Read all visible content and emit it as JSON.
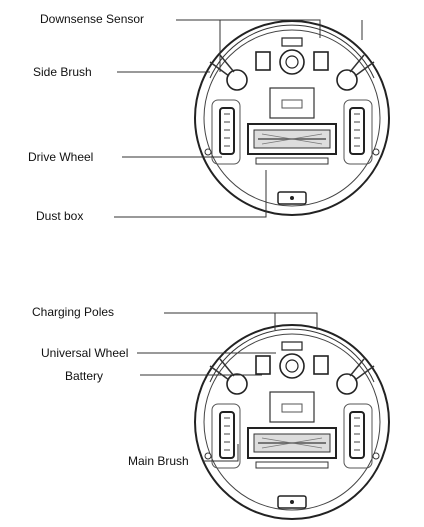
{
  "top_diagram": {
    "labels": {
      "downsense_sensor": "Downsense Sensor",
      "side_brush": "Side Brush",
      "drive_wheel": "Drive Wheel",
      "dust_box": "Dust box"
    }
  },
  "bottom_diagram": {
    "labels": {
      "charging_poles": "Charging Poles",
      "universal_wheel": "Universal Wheel",
      "battery": "Battery",
      "main_brush": "Main Brush"
    }
  }
}
